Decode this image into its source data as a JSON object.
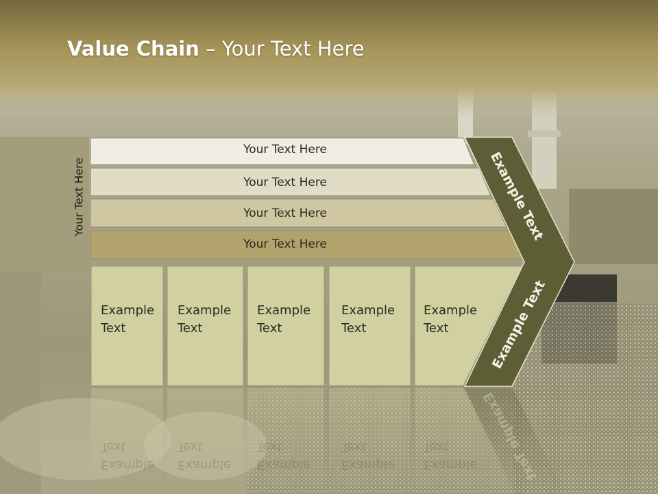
{
  "slide": {
    "title_bold": "Value Chain",
    "title_rest": " – Your Text Here",
    "side_label": "Your Text Here"
  },
  "rows": [
    {
      "label": "Your Text Here"
    },
    {
      "label": "Your Text Here"
    },
    {
      "label": "Your Text Here"
    },
    {
      "label": "Your Text Here"
    }
  ],
  "columns": [
    {
      "line1": "Example",
      "line2": "Text"
    },
    {
      "line1": "Example",
      "line2": "Text"
    },
    {
      "line1": "Example",
      "line2": "Text"
    },
    {
      "line1": "Example",
      "line2": "Text"
    },
    {
      "line1": "Example",
      "line2": "Text"
    }
  ],
  "chevron": {
    "upper": "Example Text",
    "lower": "Example Text"
  },
  "colors": {
    "chevron": "#5e5e36",
    "row1": "#f0ede2",
    "row2": "#e1dcc5",
    "row3": "#cfc7a2",
    "row4": "#b2a26c",
    "column": "#d1d0a0"
  }
}
